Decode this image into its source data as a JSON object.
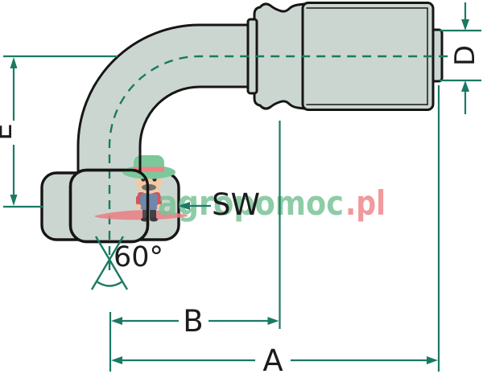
{
  "drawing": {
    "labels": {
      "e": "E",
      "d": "D",
      "sw": "SW",
      "angle": "60°",
      "b": "B",
      "a": "A"
    }
  },
  "watermark": {
    "green_text": "agropomoc",
    "red_text": ".pl"
  },
  "colors": {
    "dimension_line": "#1b7a64",
    "outline": "#161616",
    "fitting_fill": "#ccd6d0",
    "watermark_green": "#7ac497",
    "watermark_red": "#ef888c",
    "mascot_hat": "#7cc89b",
    "mascot_band": "#ef8287",
    "mascot_skin": "#f3c9a5",
    "background": "#ffffff"
  }
}
